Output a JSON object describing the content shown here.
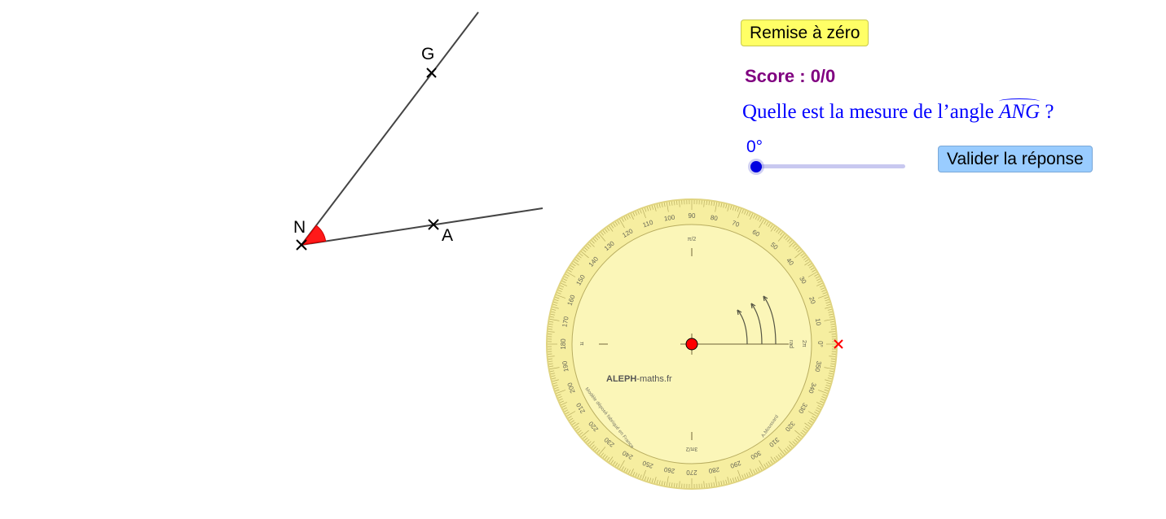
{
  "buttons": {
    "reset_label": "Remise à zéro",
    "validate_label": "Valider la réponse"
  },
  "score": {
    "text": "Score : 0/0"
  },
  "question": {
    "prefix": "Quelle est la mesure de l’angle",
    "angle_name": "ANG",
    "suffix": "?"
  },
  "slider": {
    "value_label": "0°",
    "value": 0,
    "min": 0,
    "max": 180
  },
  "points": {
    "G": "G",
    "N": "N",
    "A": "A"
  },
  "protractor": {
    "brand_bold": "ALEPH",
    "brand_rest": "-maths.fr",
    "caption_left": "Modèle déposé fabriqué en France",
    "caption_right": "A.Moussard",
    "rad_label": "rad",
    "pi_label": "π",
    "two_pi_label": "2π",
    "half_pi_label": "π/2",
    "three_half_pi_label": "3π/2",
    "degree_labels": [
      "0°",
      "10",
      "20",
      "30",
      "40",
      "50",
      "60",
      "70",
      "80",
      "90",
      "100",
      "110",
      "120",
      "130",
      "140",
      "150",
      "160",
      "170",
      "180",
      "190",
      "200",
      "210",
      "220",
      "230",
      "240",
      "250",
      "260",
      "270",
      "280",
      "290",
      "300",
      "310",
      "320",
      "330",
      "340",
      "350"
    ]
  },
  "colors": {
    "angle_fill": "#ff0000",
    "protractor": "#f8f0a0",
    "score": "#800080",
    "question": "#0000ff",
    "reset_button": "#ffff66",
    "validate_button": "#99ccff"
  }
}
